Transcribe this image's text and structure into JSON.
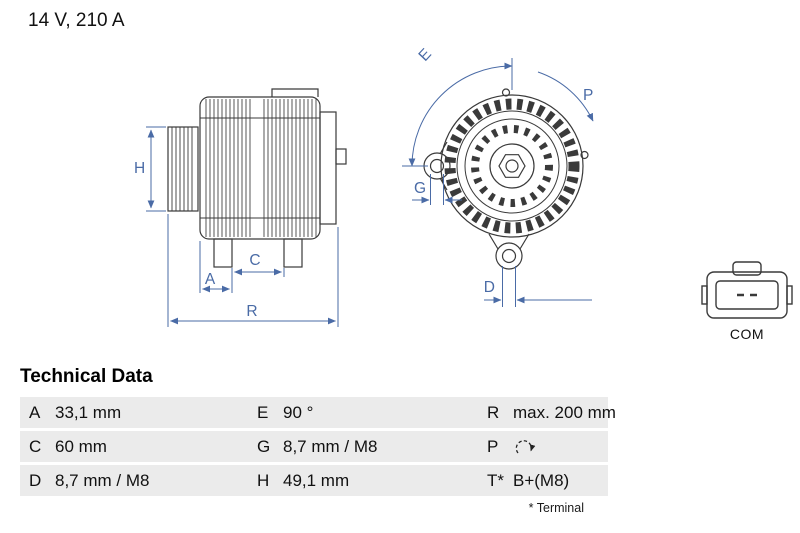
{
  "header": {
    "rating": "14 V, 210 A"
  },
  "diagram": {
    "dimension_labels": {
      "H": "H",
      "A": "A",
      "C": "C",
      "R": "R",
      "E": "E",
      "G": "G",
      "P": "P",
      "D": "D"
    },
    "connector_label": "COM"
  },
  "colors": {
    "dimension_blue": "#4a6ba6",
    "drawing_line": "#3a3a3a",
    "table_row_bg": "#ebebeb"
  },
  "table": {
    "title": "Technical Data",
    "rows": [
      [
        {
          "label": "A",
          "value": "33,1 mm"
        },
        {
          "label": "E",
          "value": "90 °"
        },
        {
          "label": "R",
          "value": "max. 200 mm"
        }
      ],
      [
        {
          "label": "C",
          "value": "60 mm"
        },
        {
          "label": "G",
          "value": "8,7 mm / M8"
        },
        {
          "label": "P",
          "value": "",
          "icon": "rotation-cw-icon"
        }
      ],
      [
        {
          "label": "D",
          "value": "8,7 mm / M8"
        },
        {
          "label": "H",
          "value": "49,1 mm"
        },
        {
          "label": "T*",
          "value": "B+(M8)"
        }
      ]
    ],
    "footnote": "* Terminal"
  }
}
